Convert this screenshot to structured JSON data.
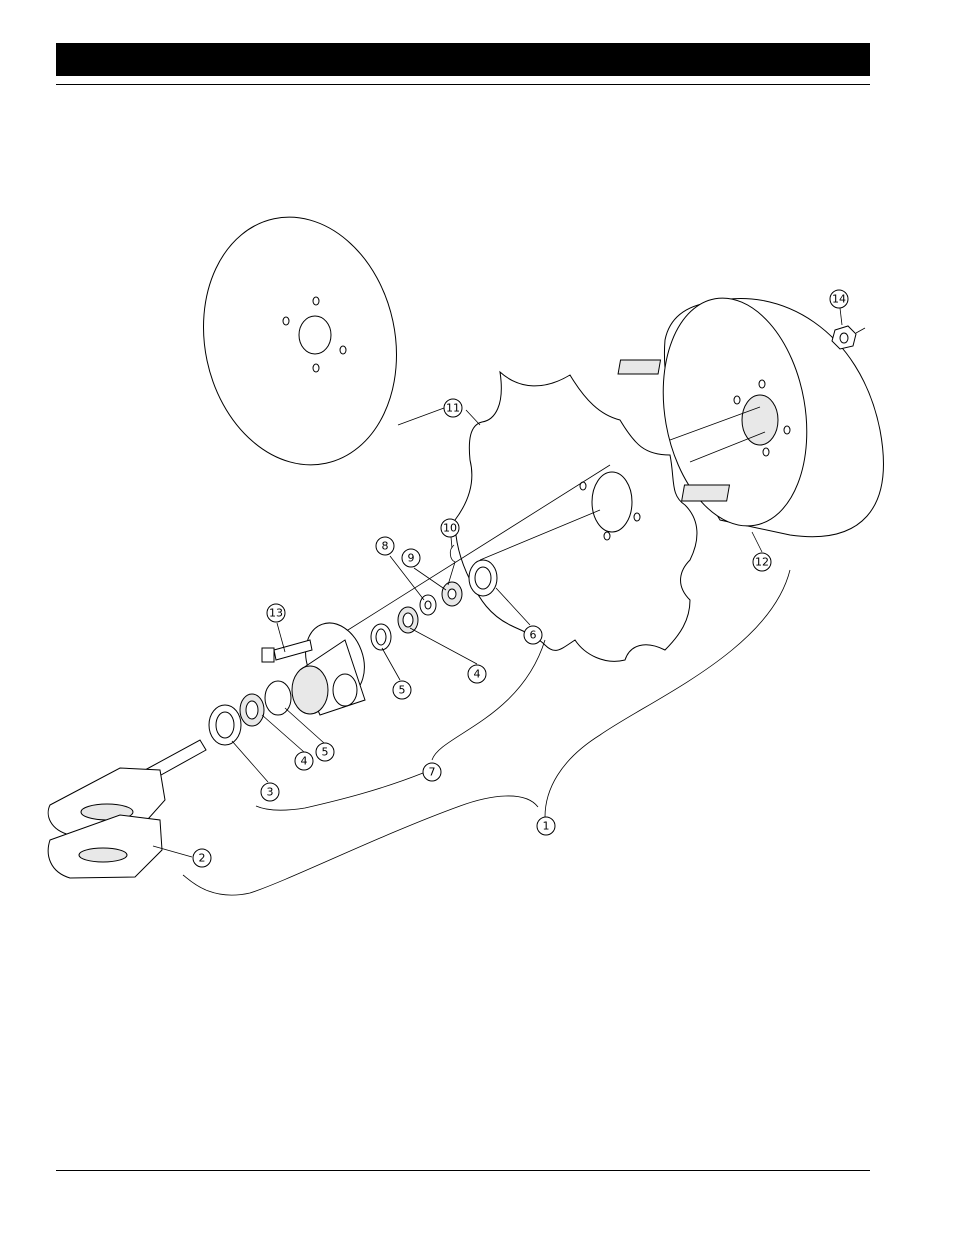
{
  "diagram": {
    "callouts": [
      {
        "id": "c1",
        "label": "1"
      },
      {
        "id": "c2",
        "label": "2"
      },
      {
        "id": "c3",
        "label": "3"
      },
      {
        "id": "c4a",
        "label": "4"
      },
      {
        "id": "c4b",
        "label": "4"
      },
      {
        "id": "c5a",
        "label": "5"
      },
      {
        "id": "c5b",
        "label": "5"
      },
      {
        "id": "c6",
        "label": "6"
      },
      {
        "id": "c7",
        "label": "7"
      },
      {
        "id": "c8",
        "label": "8"
      },
      {
        "id": "c9",
        "label": "9"
      },
      {
        "id": "c10",
        "label": "10"
      },
      {
        "id": "c11",
        "label": "11"
      },
      {
        "id": "c12",
        "label": "12"
      },
      {
        "id": "c13",
        "label": "13"
      },
      {
        "id": "c14",
        "label": "14"
      }
    ]
  }
}
